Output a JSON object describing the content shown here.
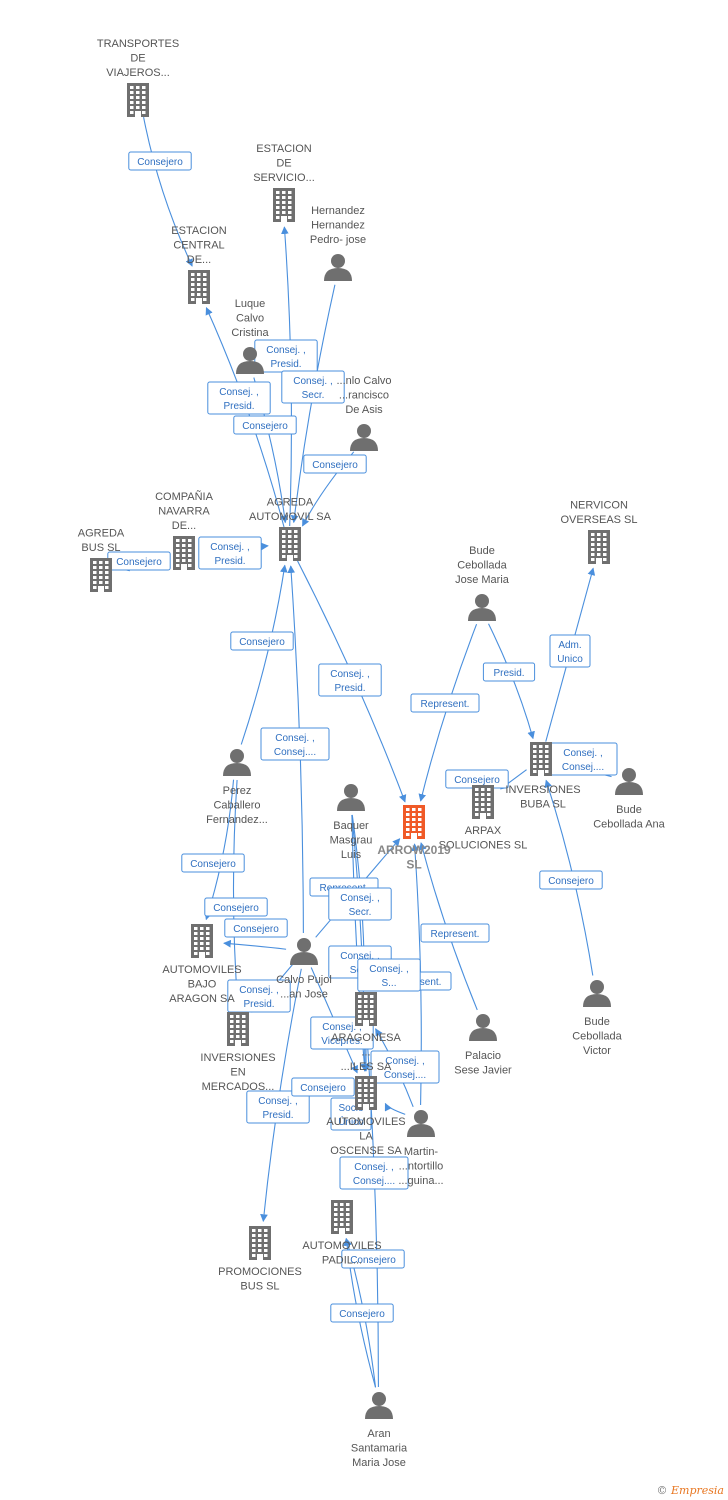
{
  "colors": {
    "edge": "#4a8fdd",
    "icon": "#6f6f6f",
    "highlight": "#f05a28"
  },
  "footer": {
    "copyright": "©",
    "brand": "Empresia"
  },
  "nodes": [
    {
      "id": "transportes",
      "kind": "company",
      "lines": [
        "TRANSPORTES",
        "DE",
        "VIAJEROS..."
      ],
      "icon": "building-icon"
    },
    {
      "id": "estacion_servicio",
      "kind": "company",
      "lines": [
        "ESTACION",
        "DE",
        "SERVICIO..."
      ],
      "icon": "building-icon"
    },
    {
      "id": "estacion_central",
      "kind": "company",
      "lines": [
        "ESTACION",
        "CENTRAL",
        "DE..."
      ],
      "icon": "building-icon"
    },
    {
      "id": "hernandez",
      "kind": "person",
      "lines": [
        "Hernandez",
        "Hernandez",
        "Pedro- jose"
      ],
      "icon": "person-icon"
    },
    {
      "id": "luque",
      "kind": "person",
      "lines": [
        "Luque",
        "Calvo",
        "Cristina"
      ],
      "icon": "person-icon"
    },
    {
      "id": "gonzalo",
      "kind": "person",
      "lines": [
        "...nlo Calvo",
        "...rancisco",
        "De Asis"
      ],
      "icon": "person-icon"
    },
    {
      "id": "compania_navarra",
      "kind": "company",
      "lines": [
        "COMPAÑIA",
        "NAVARRA",
        "DE..."
      ],
      "icon": "building-icon"
    },
    {
      "id": "agreda_bus",
      "kind": "company",
      "lines": [
        "AGREDA",
        "BUS  SL"
      ],
      "icon": "building-icon"
    },
    {
      "id": "agreda_automovil",
      "kind": "company",
      "lines": [
        "AGREDA",
        "AUTOMOVIL SA"
      ],
      "icon": "building-icon"
    },
    {
      "id": "nervicon",
      "kind": "company",
      "lines": [
        "NERVICON",
        "OVERSEAS SL"
      ],
      "icon": "building-icon"
    },
    {
      "id": "bude_jose",
      "kind": "person",
      "lines": [
        "Bude",
        "Cebollada",
        "Jose Maria"
      ],
      "icon": "person-icon"
    },
    {
      "id": "inversiones_buba",
      "kind": "company",
      "lines": [
        "INVERSIONES",
        "BUBA SL"
      ],
      "icon": "building-icon"
    },
    {
      "id": "bude_ana",
      "kind": "person",
      "lines": [
        "Bude",
        "Cebollada Ana"
      ],
      "icon": "person-icon"
    },
    {
      "id": "arpax",
      "kind": "company",
      "lines": [
        "ARPAX",
        "SOLUCIONES SL"
      ],
      "icon": "building-icon"
    },
    {
      "id": "perez",
      "kind": "person",
      "lines": [
        "Perez",
        "Caballero",
        "Fernandez..."
      ],
      "icon": "person-icon"
    },
    {
      "id": "baquer",
      "kind": "person",
      "lines": [
        "Baquer",
        "Masgrau",
        "Luis"
      ],
      "icon": "person-icon"
    },
    {
      "id": "arrow2019",
      "kind": "company",
      "lines": [
        "ARROW2019",
        "SL"
      ],
      "icon": "building-icon",
      "main": true
    },
    {
      "id": "automoviles_bajo",
      "kind": "company",
      "lines": [
        "AUTOMOVILES",
        "BAJO",
        "ARAGON SA"
      ],
      "icon": "building-icon"
    },
    {
      "id": "calvo_pujol",
      "kind": "person",
      "lines": [
        "Calvo Pujol",
        "...an Jose"
      ],
      "icon": "person-icon"
    },
    {
      "id": "aragonesa",
      "kind": "company",
      "lines": [
        "ARAGONESA",
        "...",
        "...ILES SA"
      ],
      "icon": "building-icon"
    },
    {
      "id": "palacio",
      "kind": "person",
      "lines": [
        "Palacio",
        "Sese Javier"
      ],
      "icon": "person-icon"
    },
    {
      "id": "bude_victor",
      "kind": "person",
      "lines": [
        "Bude",
        "Cebollada",
        "Victor"
      ],
      "icon": "person-icon"
    },
    {
      "id": "inversiones_mercados",
      "kind": "company",
      "lines": [
        "INVERSIONES",
        "EN",
        "MERCADOS..."
      ],
      "icon": "building-icon"
    },
    {
      "id": "automoviles_oscense",
      "kind": "company",
      "lines": [
        "AUTOMOVILES",
        "LA",
        "OSCENSE SA"
      ],
      "icon": "building-icon"
    },
    {
      "id": "martin",
      "kind": "person",
      "lines": [
        "Martin-",
        "...ntortillo",
        "...guina..."
      ],
      "icon": "person-icon"
    },
    {
      "id": "promociones",
      "kind": "company",
      "lines": [
        "PROMOCIONES",
        "BUS SL"
      ],
      "icon": "building-icon"
    },
    {
      "id": "automoviles_padilla",
      "kind": "company",
      "lines": [
        "AUTOMOVILES",
        "PADIL..."
      ],
      "icon": "building-icon"
    },
    {
      "id": "aran",
      "kind": "person",
      "lines": [
        "Aran",
        "Santamaria",
        "Maria Jose"
      ],
      "icon": "person-icon"
    }
  ],
  "edges": [
    {
      "from": "transportes",
      "to": "estacion_central",
      "lines": [
        "Consejero"
      ]
    },
    {
      "from": "agreda_automovil",
      "to": "estacion_servicio",
      "lines": [
        "Consej. ,",
        "Presid."
      ]
    },
    {
      "from": "agreda_automovil",
      "to": "estacion_central",
      "lines": [
        "Consej. ,",
        "Presid."
      ]
    },
    {
      "from": "hernandez",
      "to": "agreda_automovil",
      "lines": [
        "Consej. ,",
        "Secr."
      ]
    },
    {
      "from": "luque",
      "to": "agreda_automovil",
      "lines": [
        "Consejero"
      ]
    },
    {
      "from": "gonzalo",
      "to": "agreda_automovil",
      "lines": [
        "Consejero"
      ]
    },
    {
      "from": "compania_navarra",
      "to": "agreda_bus",
      "lines": [
        "Consejero"
      ]
    },
    {
      "from": "compania_navarra",
      "to": "agreda_automovil",
      "lines": [
        "Consej. ,",
        "Presid."
      ]
    },
    {
      "from": "perez",
      "to": "agreda_automovil",
      "lines": [
        "Consejero"
      ]
    },
    {
      "from": "calvo_pujol",
      "to": "agreda_automovil",
      "lines": [
        "Consej. ,",
        "Consej...."
      ]
    },
    {
      "from": "agreda_automovil",
      "to": "arrow2019",
      "lines": [
        "Consej. ,",
        "Presid."
      ]
    },
    {
      "from": "bude_jose",
      "to": "arrow2019",
      "lines": [
        "Represent."
      ]
    },
    {
      "from": "bude_jose",
      "to": "inversiones_buba",
      "lines": [
        "Presid."
      ]
    },
    {
      "from": "inversiones_buba",
      "to": "nervicon",
      "lines": [
        "Adm.",
        "Unico"
      ]
    },
    {
      "from": "bude_ana",
      "to": "inversiones_buba",
      "lines": [
        "Consej. ,",
        "Consej...."
      ]
    },
    {
      "from": "inversiones_buba",
      "to": "arpax",
      "lines": [
        "Consejero"
      ]
    },
    {
      "from": "bude_victor",
      "to": "inversiones_buba",
      "lines": [
        "Consejero"
      ]
    },
    {
      "from": "perez",
      "to": "automoviles_bajo",
      "lines": [
        "Consejero"
      ]
    },
    {
      "from": "perez",
      "to": "inversiones_mercados",
      "lines": [
        "Consejero"
      ]
    },
    {
      "from": "calvo_pujol",
      "to": "automoviles_bajo",
      "lines": [
        "Consejero"
      ]
    },
    {
      "from": "calvo_pujol",
      "to": "arrow2019",
      "lines": [
        "Represent."
      ]
    },
    {
      "from": "baquer",
      "to": "aragonesa",
      "lines": [
        "Consej. ,",
        "Secr."
      ]
    },
    {
      "from": "palacio",
      "to": "arrow2019",
      "lines": [
        "Represent."
      ]
    },
    {
      "from": "martin",
      "to": "arrow2019",
      "lines": [
        "Represent."
      ]
    },
    {
      "from": "baquer",
      "to": "automoviles_oscense",
      "lines": [
        "Consej. ,",
        "Se..."
      ]
    },
    {
      "from": "martin",
      "to": "automoviles_oscense",
      "lines": [
        "Consej. ,",
        "S..."
      ]
    },
    {
      "from": "calvo_pujol",
      "to": "inversiones_mercados",
      "lines": [
        "Consej. ,",
        "Presid."
      ]
    },
    {
      "from": "baquer",
      "to": "automoviles_oscense",
      "lines": [
        "Consej. ,",
        "Vicepres."
      ]
    },
    {
      "from": "martin",
      "to": "aragonesa",
      "lines": [
        "Consej. ,",
        "Consej...."
      ]
    },
    {
      "from": "calvo_pujol",
      "to": "promociones",
      "lines": [
        "Consej. ,",
        "Presid."
      ]
    },
    {
      "from": "calvo_pujol",
      "to": "automoviles_oscense",
      "lines": [
        "Consejero"
      ]
    },
    {
      "from": "aragonesa",
      "to": "automoviles_oscense",
      "lines": [
        "Socio",
        "Único"
      ]
    },
    {
      "from": "aran",
      "to": "aragonesa",
      "lines": [
        "Consej. ,",
        "Consej...."
      ]
    },
    {
      "from": "aran",
      "to": "automoviles_padilla",
      "lines": [
        "Consejero"
      ]
    },
    {
      "from": "aran",
      "to": "automoviles_padilla",
      "lines": [
        "Consejero"
      ]
    }
  ]
}
